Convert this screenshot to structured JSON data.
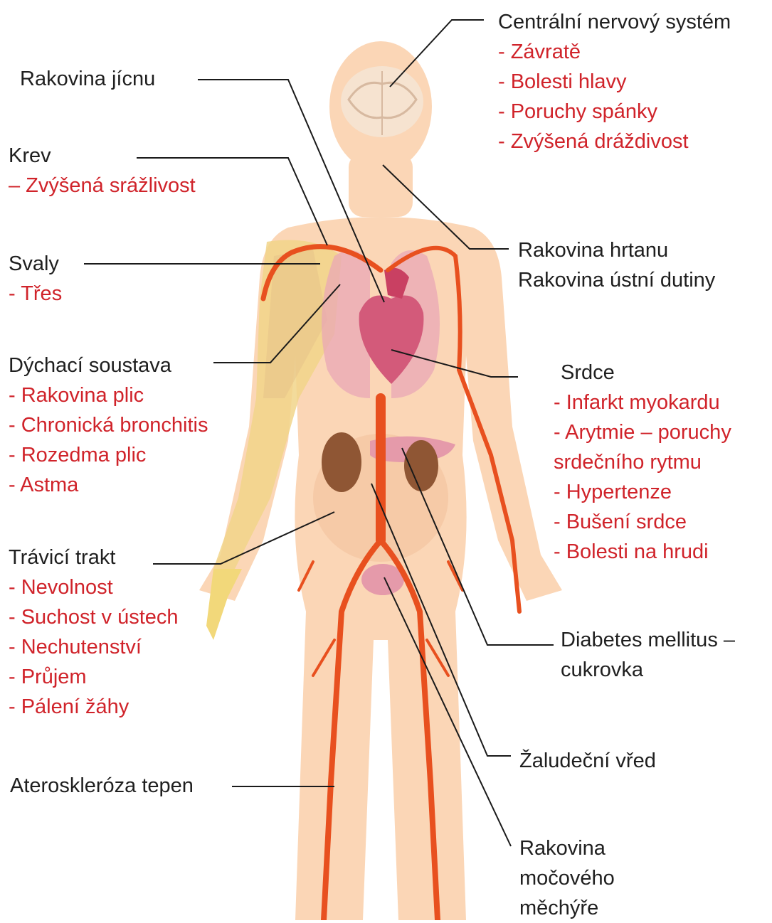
{
  "colors": {
    "title_text": "#1f1f1f",
    "symptom_text": "#d0232a",
    "leader_line": "#1a1a1a",
    "skin": "#fbd6b6",
    "artery": "#e8501f",
    "organ_pink": "#e9a7b6",
    "heart": "#c94062",
    "kidney": "#8f5634",
    "arm_muscle": "#e9c64c"
  },
  "labels": {
    "cns": {
      "title": "Centrální nervový systém",
      "items": [
        "- Závratě",
        "- Bolesti hlavy",
        "- Poruchy spánky",
        "- Zvýšená dráždivost"
      ]
    },
    "esophagus": {
      "title": "Rakovina jícnu",
      "items": []
    },
    "blood": {
      "title": "Krev",
      "items": [
        "– Zvýšená srážlivost"
      ]
    },
    "larynx": {
      "title": "Rakovina hrtanu",
      "title2": "Rakovina ústní dutiny",
      "items": []
    },
    "muscles": {
      "title": "Svaly",
      "items": [
        "- Třes"
      ]
    },
    "respiratory": {
      "title": "Dýchací soustava",
      "items": [
        "- Rakovina plic",
        "- Chronická bronchitis",
        "- Rozedma plic",
        "- Astma"
      ]
    },
    "heart": {
      "title": "Srdce",
      "items": [
        "- Infarkt myokardu",
        "- Arytmie – poruchy",
        "srdečního rytmu",
        "- Hypertenze",
        "- Bušení srdce",
        "- Bolesti na hrudi"
      ]
    },
    "digestive": {
      "title": "Trávicí trakt",
      "items": [
        "- Nevolnost",
        "- Suchost v ústech",
        "- Nechutenství",
        "- Průjem",
        "- Pálení žáhy"
      ]
    },
    "diabetes": {
      "title": "Diabetes mellitus –",
      "title2": "cukrovka",
      "items": []
    },
    "ulcer": {
      "title": "Žaludeční vřed",
      "items": []
    },
    "arterio": {
      "title": "Ateroskleróza tepen",
      "items": []
    },
    "bladder": {
      "title": "Rakovina",
      "title2": "močového",
      "title3": "měchýře",
      "items": []
    }
  }
}
